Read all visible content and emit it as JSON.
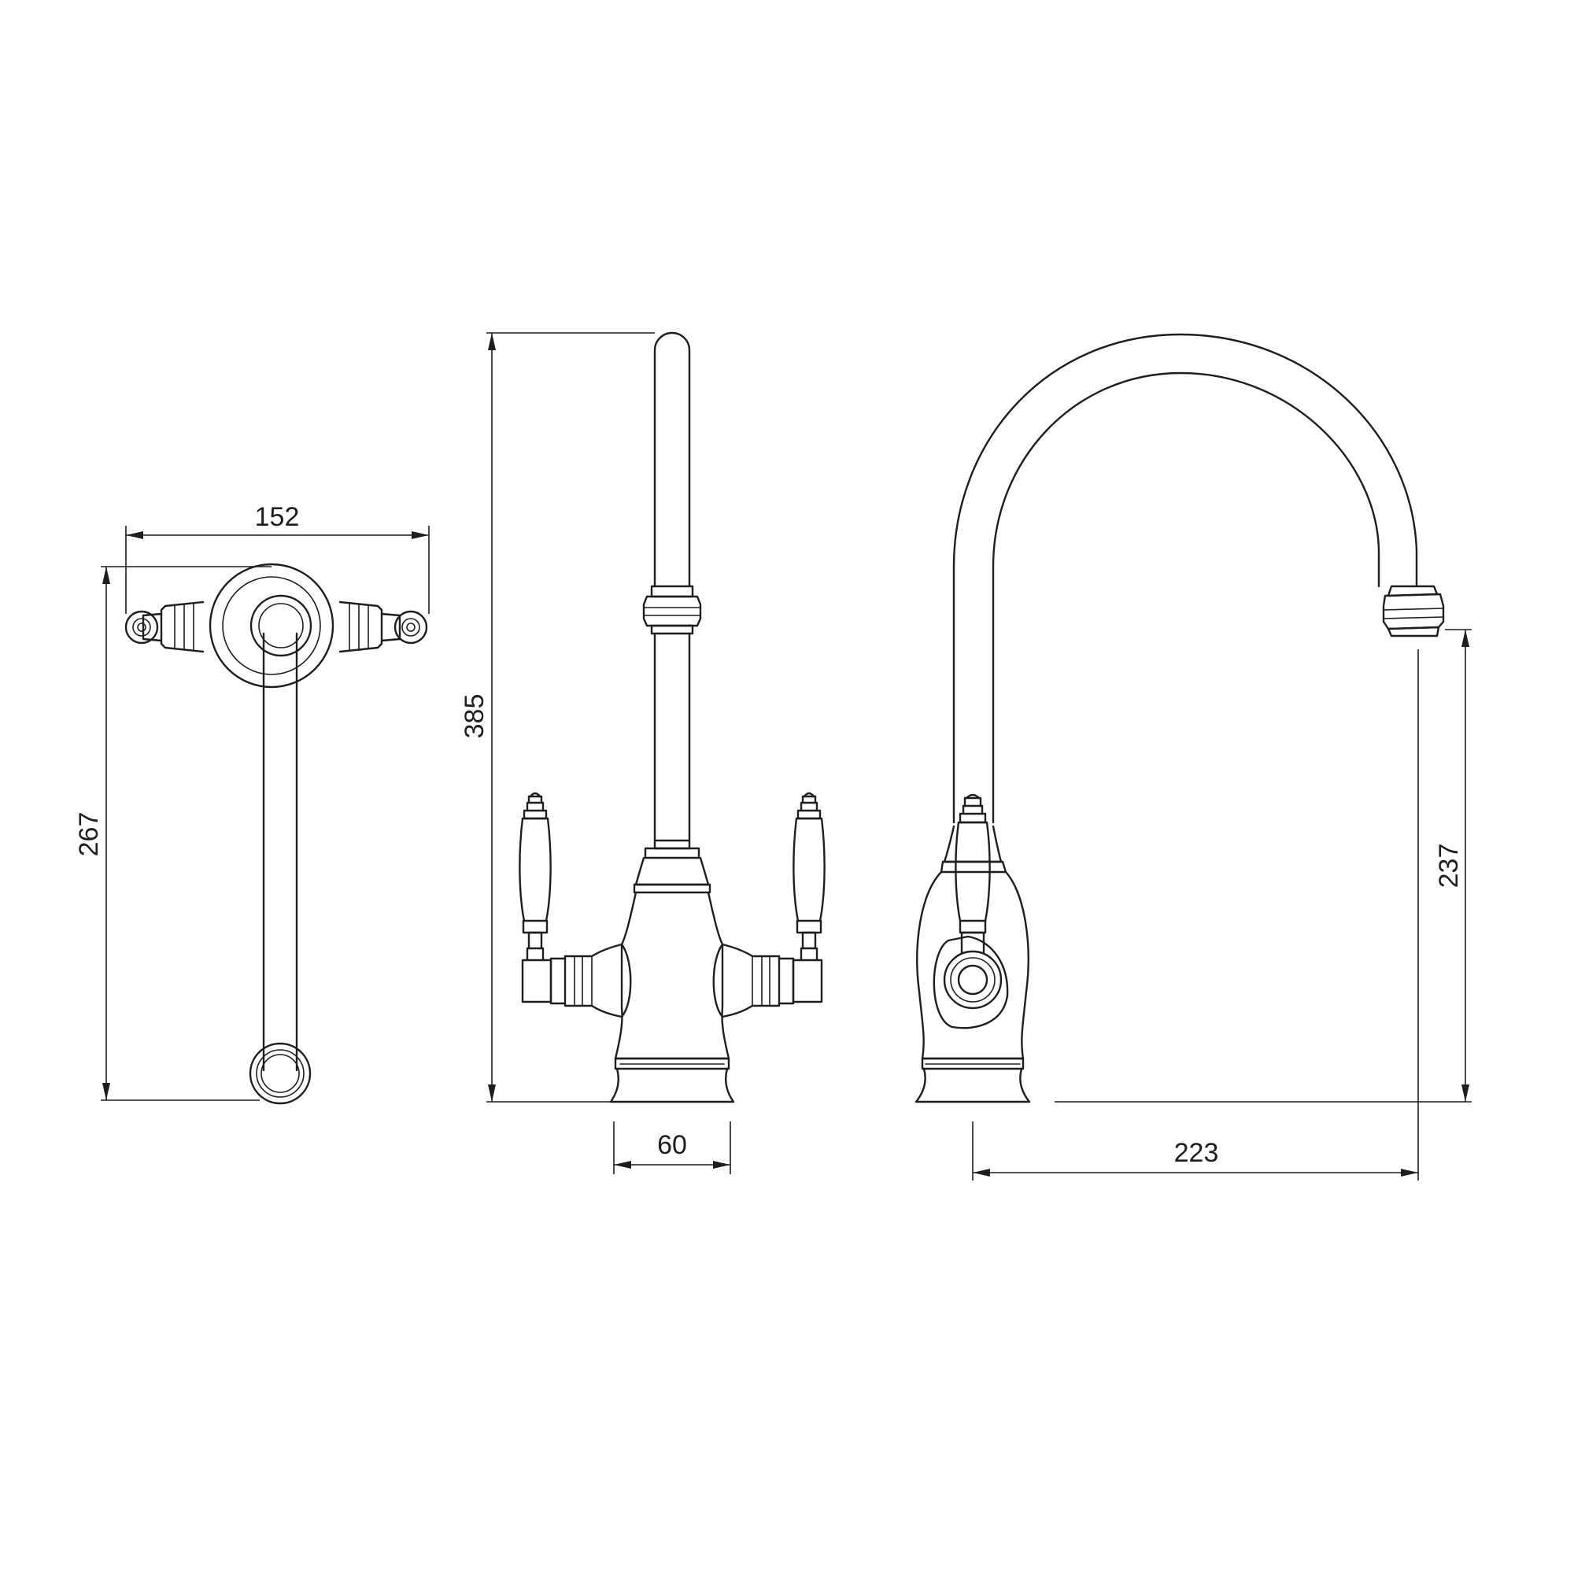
{
  "dimensions": {
    "top_width": "152",
    "top_depth": "267",
    "overall_height": "385",
    "base_diameter": "60",
    "spout_reach": "223",
    "spout_clearance": "237"
  },
  "colors": {
    "line": "#1e1e1e",
    "background": "#ffffff"
  }
}
